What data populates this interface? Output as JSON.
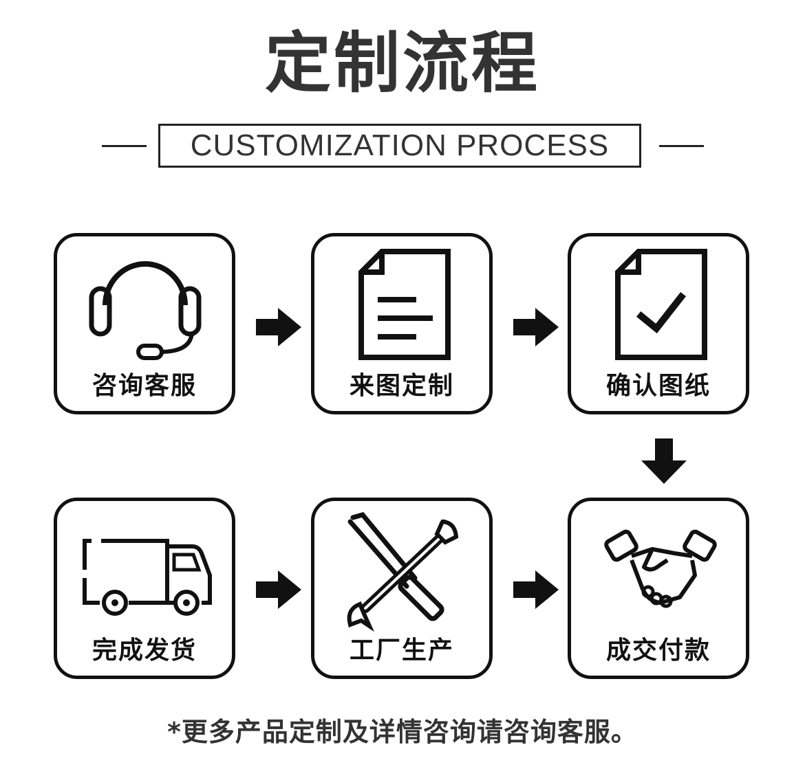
{
  "title": "定制流程",
  "subtitle": "CUSTOMIZATION PROCESS",
  "steps": [
    {
      "label": "咨询客服",
      "icon": "headset-icon"
    },
    {
      "label": "来图定制",
      "icon": "document-icon"
    },
    {
      "label": "确认图纸",
      "icon": "document-check-icon"
    },
    {
      "label": "成交付款",
      "icon": "handshake-icon"
    },
    {
      "label": "工厂生产",
      "icon": "tools-icon"
    },
    {
      "label": "完成发货",
      "icon": "truck-icon"
    }
  ],
  "footnote": "*更多产品定制及详情咨询请咨询客服。"
}
